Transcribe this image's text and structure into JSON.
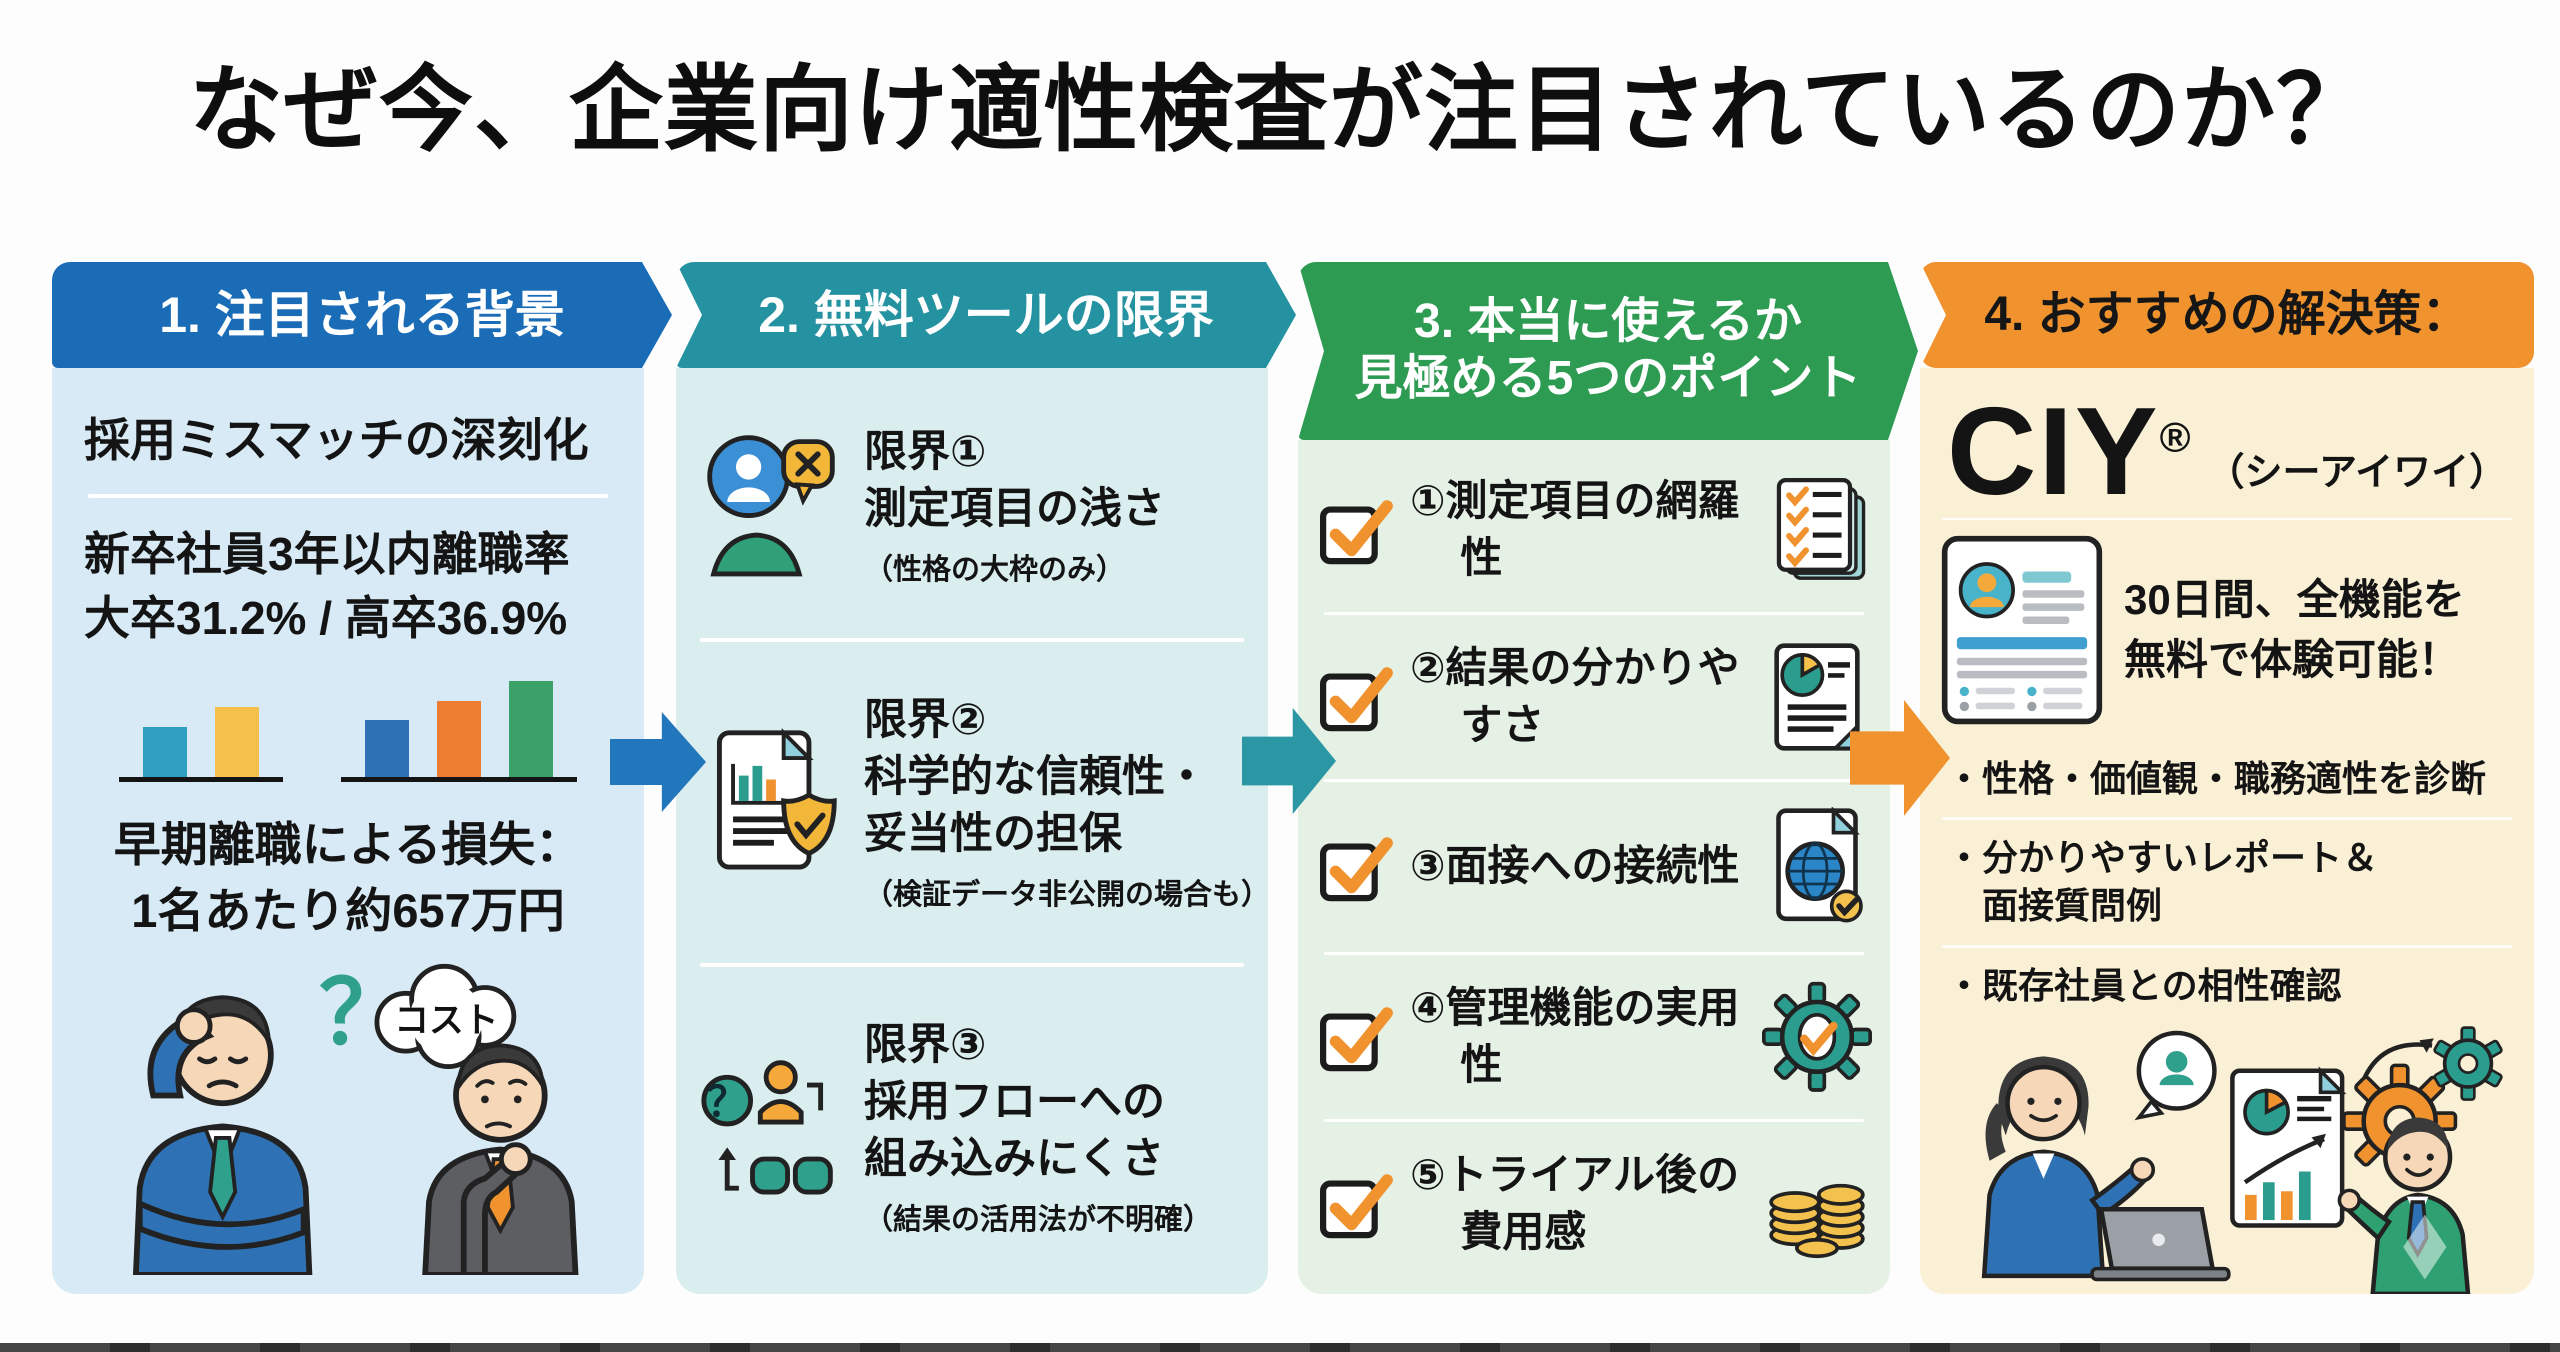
{
  "title": "なぜ今、企業向け適性検査が注目されているのか？",
  "glyphs": {
    "question": "？",
    "cost_bubble": "コスト"
  },
  "palette": {
    "title_color": "#0e0e0e",
    "col1_header": "#1b6cb7",
    "col1_body": "#d7eaf6",
    "col2_header": "#2492a0",
    "col2_body": "#daeef0",
    "col3_header": "#2d9b52",
    "col3_body": "#e6f1e6",
    "col4_header": "#f0922e",
    "col4_body": "#faf0d6",
    "arrow_blue": "#2276bb",
    "arrow_teal": "#2b96a4",
    "arrow_orange": "#f0922e",
    "check_orange": "#f0922e"
  },
  "col1": {
    "header": "1. 注目される背景",
    "mismatch": "採用ミスマッチの深刻化",
    "turnover": "新卒社員3年以内離職率\n大卒31.2% / 高卒36.9%",
    "loss": "早期離職による損失：\n1名あたり約657万円"
  },
  "col2": {
    "header": "2. 無料ツールの限界",
    "items": [
      {
        "title": "限界①\n測定項目の浅さ",
        "note": "（性格の大枠のみ）",
        "icon": "user-x-mound-icon"
      },
      {
        "title": "限界②\n科学的な信頼性・\n妥当性の担保",
        "note": "（検証データ非公開の場合も）",
        "icon": "report-shield-check-icon"
      },
      {
        "title": "限界③\n採用フローへの\n組み込みにくさ",
        "note": "（結果の活用法が不明確）",
        "icon": "person-flow-question-icon"
      }
    ]
  },
  "col3": {
    "header": "3. 本当に使えるか\n見極める5つのポイント",
    "items": [
      {
        "label": "①測定項目の網羅性",
        "icon": "checklist-stack-icon"
      },
      {
        "label": "②結果の分かりやすさ",
        "icon": "report-pie-icon"
      },
      {
        "label": "③面接への接続性",
        "icon": "globe-document-check-icon"
      },
      {
        "label": "④管理機能の実用性",
        "icon": "gear-check-icon"
      },
      {
        "label": "⑤トライアル後の費用感",
        "icon": "coins-icon"
      }
    ]
  },
  "col4": {
    "header": "4. おすすめの解決策：",
    "product_name": "CIY",
    "registered_mark": "®",
    "product_reading": "（シーアイワイ）",
    "trial": "30日間、全機能を\n無料で体験可能！",
    "bullets": [
      "・性格・価値観・職務適性を診断",
      "・分かりやすいレポート＆\n面接質問例",
      "・既存社員との相性確認"
    ]
  },
  "chart_data": [
    {
      "type": "bar",
      "title": "新卒3年以内離職率の上昇イメージ（左グラフ）",
      "categories": [
        "",
        ""
      ],
      "values": [
        50,
        70
      ],
      "colors": [
        "#2e9fc0",
        "#f6c14a"
      ],
      "xlabel": "",
      "ylabel": "",
      "ylim": [
        0,
        100
      ],
      "note": "軸目盛り・数値ラベルなしの装飾的ミニ棒グラフ"
    },
    {
      "type": "bar",
      "title": "新卒3年以内離職率の上昇イメージ（右グラフ）",
      "categories": [
        "",
        "",
        ""
      ],
      "values": [
        57,
        76,
        96
      ],
      "colors": [
        "#2e72b5",
        "#ed7d31",
        "#3aa268"
      ],
      "xlabel": "",
      "ylabel": "",
      "ylim": [
        0,
        100
      ],
      "note": "軸目盛り・数値ラベルなしの装飾的ミニ棒グラフ"
    }
  ]
}
